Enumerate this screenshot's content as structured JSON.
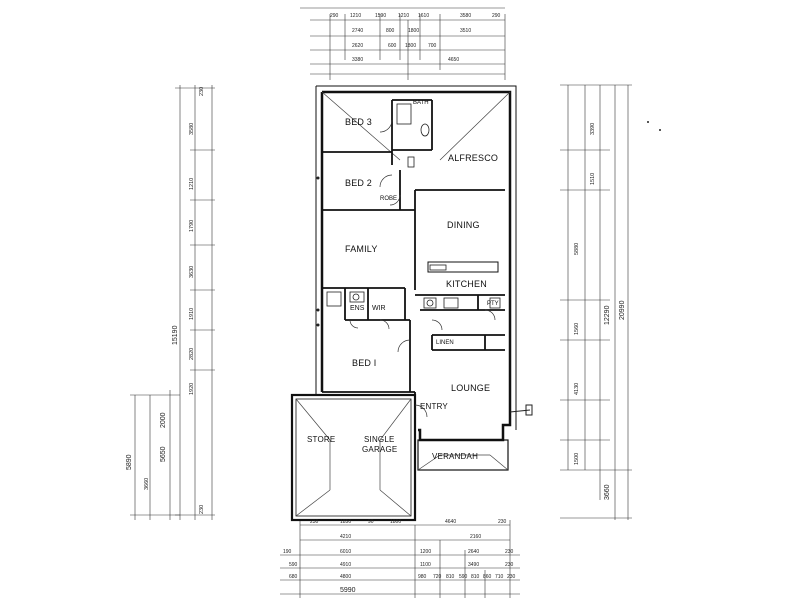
{
  "rooms": {
    "bed3": "BED 3",
    "bath": "BATH",
    "alfresco": "ALFRESCO",
    "bed2": "BED 2",
    "dining": "DINING",
    "family": "FAMILY",
    "kitchen": "KITCHEN",
    "ens": "ENS",
    "wir": "WIR",
    "pty": "PTY",
    "bed1": "BED I",
    "lounge": "LOUNGE",
    "entry": "ENTRY",
    "store": "STORE",
    "single": "SINGLE",
    "garage": "GARAGE",
    "verandah": "VERANDAH",
    "linen": "LINEN",
    "robe": "ROBE"
  },
  "top_dims": {
    "row1": [
      "290",
      "1210",
      "1590",
      "1210",
      "1610",
      "3580",
      "290"
    ],
    "row2": [
      "2740",
      "800",
      "1800",
      "3510"
    ],
    "row3": [
      "2620",
      "600",
      "1800",
      "700"
    ],
    "row4": [
      "3380",
      "4650"
    ]
  },
  "bottom_dims": {
    "row1": [
      "230",
      "1850",
      "90",
      "1800",
      "4640",
      "230"
    ],
    "row2": [
      "4210",
      "2160"
    ],
    "row3": [
      "190",
      "6010",
      "1200",
      "2640",
      "230"
    ],
    "row4": [
      "590",
      "4910",
      "1100",
      "3490",
      "230"
    ],
    "row5": [
      "680",
      "4800",
      "980",
      "720",
      "810",
      "590",
      "810",
      "860",
      "710",
      "230"
    ],
    "total": "5990"
  },
  "left_dims": {
    "overall": "15190",
    "garage_outer": "5890",
    "garage_mid": "3660",
    "garage_inner": "5650",
    "garage_a": "2000",
    "segments": [
      "230",
      "3580",
      "1210",
      "1790",
      "3630",
      "1910",
      "2820",
      "1920",
      "230"
    ]
  },
  "right_dims": {
    "overall": "20990",
    "mid": "12290",
    "lower": "3660",
    "segments": [
      "3390",
      "1510",
      "5880",
      "1560",
      "4130",
      "1500"
    ]
  }
}
